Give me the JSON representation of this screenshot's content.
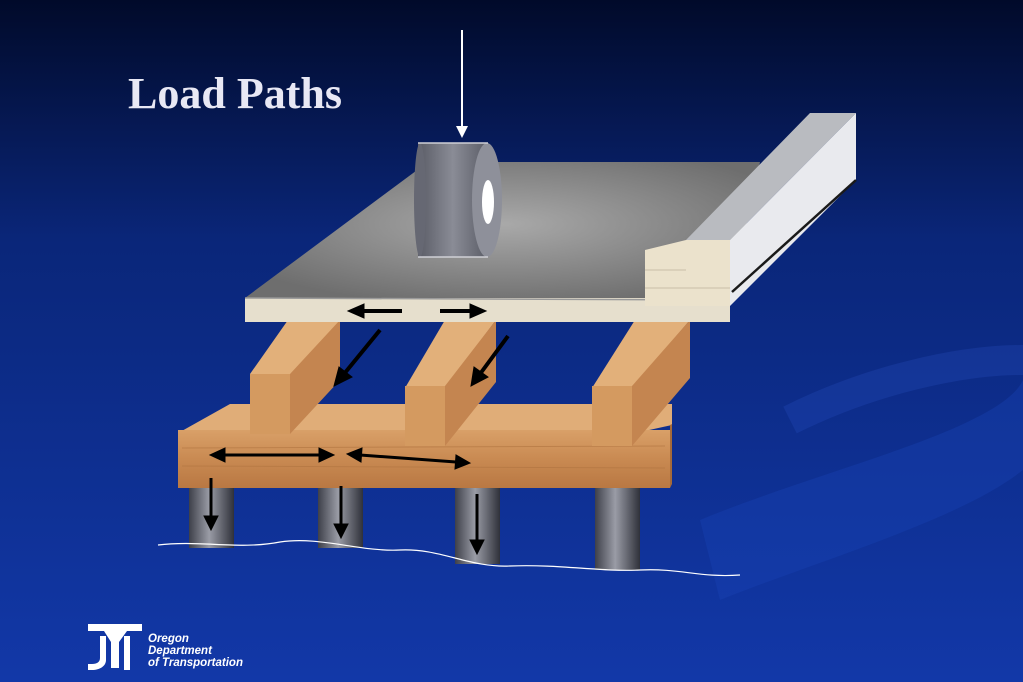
{
  "slide": {
    "title": "Load Paths"
  },
  "logo": {
    "line1": "Oregon",
    "line2": "Department",
    "line3": "of Transportation"
  },
  "colors": {
    "background_top": "#02123f",
    "background_bottom": "#1136a8",
    "deck_top": "#8a8a8a",
    "deck_edge": "#e4dccb",
    "timber": "#d9a571",
    "pile": "#6f7280",
    "arrow": "#000000",
    "load_arrow": "#ffffff"
  },
  "icons": {
    "logo": "odot-logo-icon",
    "wheel": "wheel-icon",
    "load": "load-arrow-icon"
  }
}
